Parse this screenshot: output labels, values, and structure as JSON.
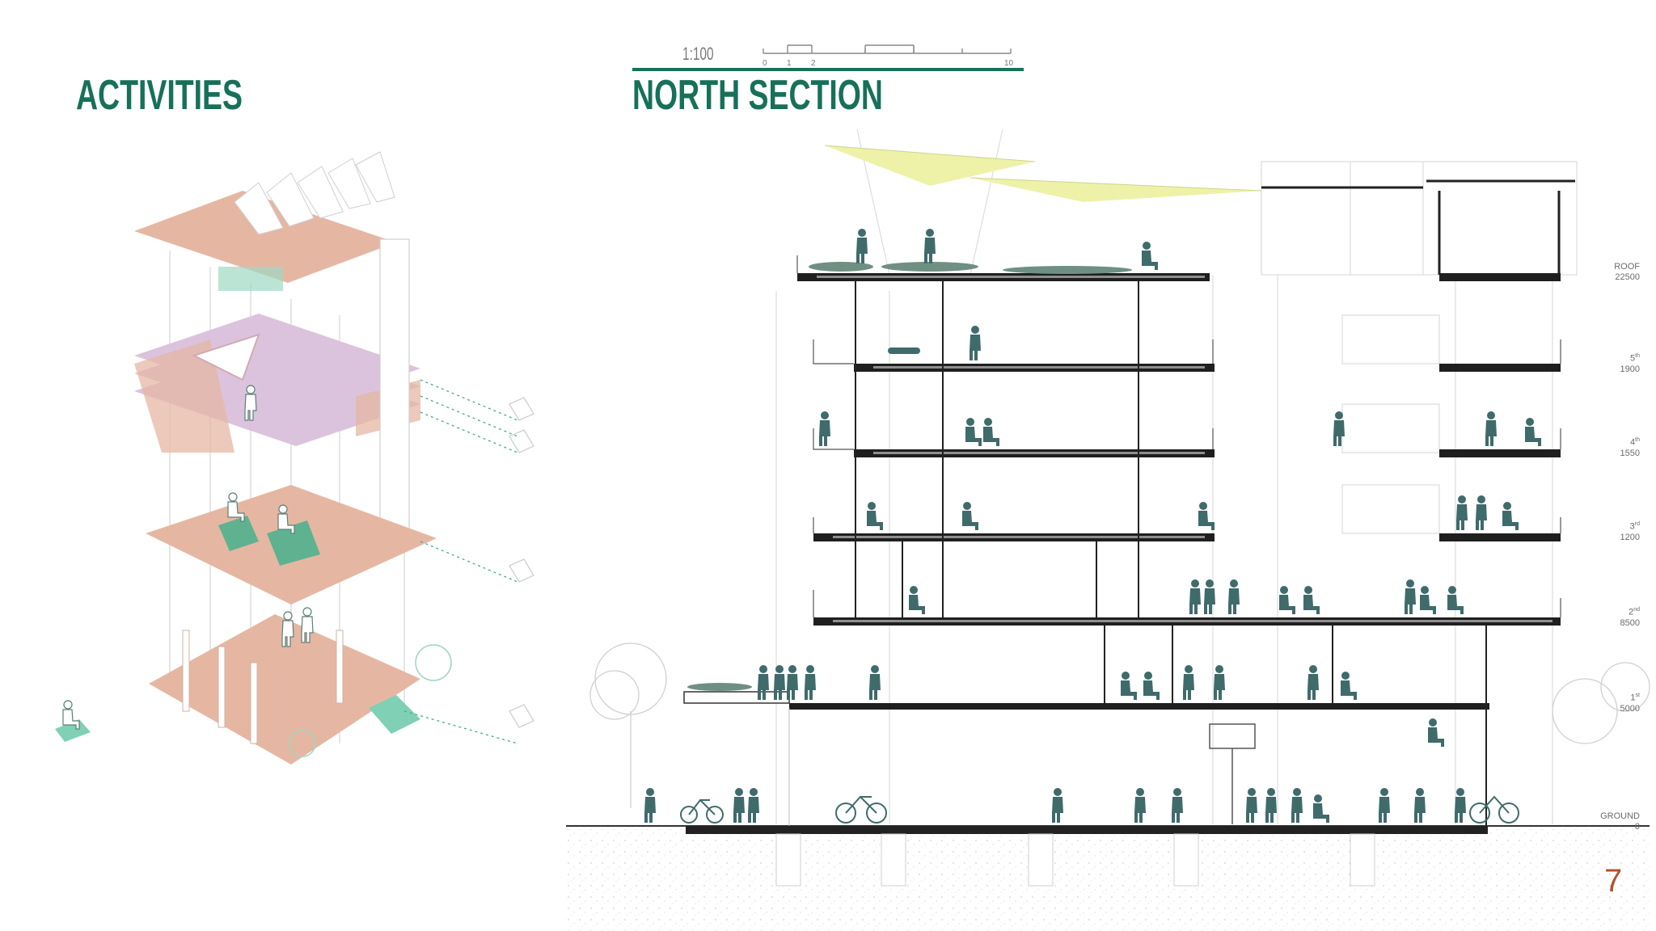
{
  "headings": {
    "left": "ACTIVITIES",
    "right": "NORTH SECTION"
  },
  "scale_bar": {
    "ratio": "1:100",
    "ticks": [
      "0",
      "1",
      "2",
      "10"
    ]
  },
  "levels": [
    {
      "name": "ROOF",
      "sup": "",
      "value": "22500"
    },
    {
      "name": "5",
      "sup": "th",
      "value": "1900"
    },
    {
      "name": "4",
      "sup": "th",
      "value": "1550"
    },
    {
      "name": "3",
      "sup": "rd",
      "value": "1200"
    },
    {
      "name": "2",
      "sup": "nd",
      "value": "8500"
    },
    {
      "name": "1",
      "sup": "st",
      "value": "5000"
    },
    {
      "name": "GROUND",
      "sup": "",
      "value": "0"
    }
  ],
  "page_number": "7",
  "colors": {
    "accent": "#17705a",
    "figure": "#3f6b6b",
    "slab": "#222222",
    "floor_pink": "#e5b7a3",
    "floor_lilac": "#dcc3dd",
    "mint": "#9fd8c2",
    "canopy": "#eef2a8",
    "page_number": "#b2522b"
  }
}
